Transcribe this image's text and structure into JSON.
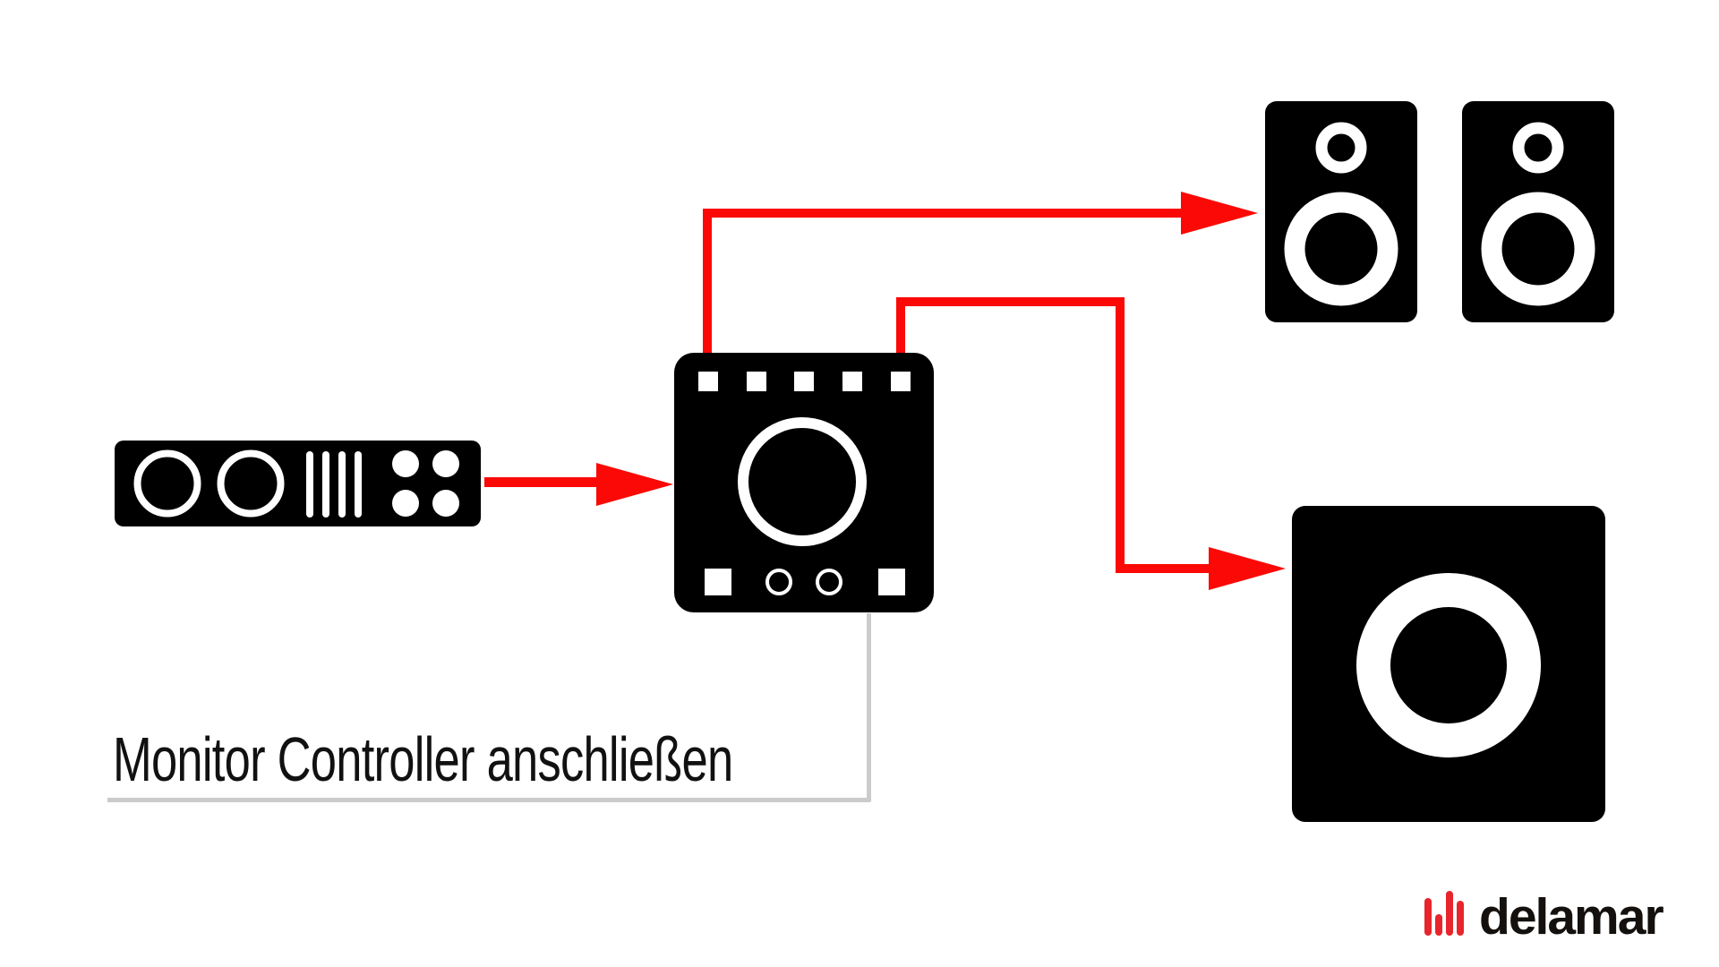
{
  "diagram": {
    "caption": "Monitor Controller anschließen",
    "devices": [
      {
        "icon": "audio-interface-icon"
      },
      {
        "icon": "monitor-controller-icon"
      },
      {
        "icon": "studio-monitor-left-icon"
      },
      {
        "icon": "studio-monitor-right-icon"
      },
      {
        "icon": "subwoofer-icon"
      }
    ],
    "connections": [
      {
        "from": "audio-interface",
        "to": "monitor-controller",
        "style": "red-arrow"
      },
      {
        "from": "monitor-controller",
        "to": "studio-monitors",
        "style": "red-arrow"
      },
      {
        "from": "monitor-controller",
        "to": "subwoofer",
        "style": "red-arrow"
      }
    ],
    "callout": {
      "target": "monitor-controller",
      "label": "Monitor Controller anschließen"
    },
    "colors": {
      "background": "#ffffff",
      "device_black": "#000000",
      "connector_red": "#fb0906",
      "callout_gray": "#cbcbcb",
      "caption_black": "#111111",
      "logo_red": "#e8252c",
      "logo_black": "#14100d"
    }
  },
  "branding": {
    "wordmark": "delamar",
    "logo_icon": "delamar-level-bars-icon"
  }
}
